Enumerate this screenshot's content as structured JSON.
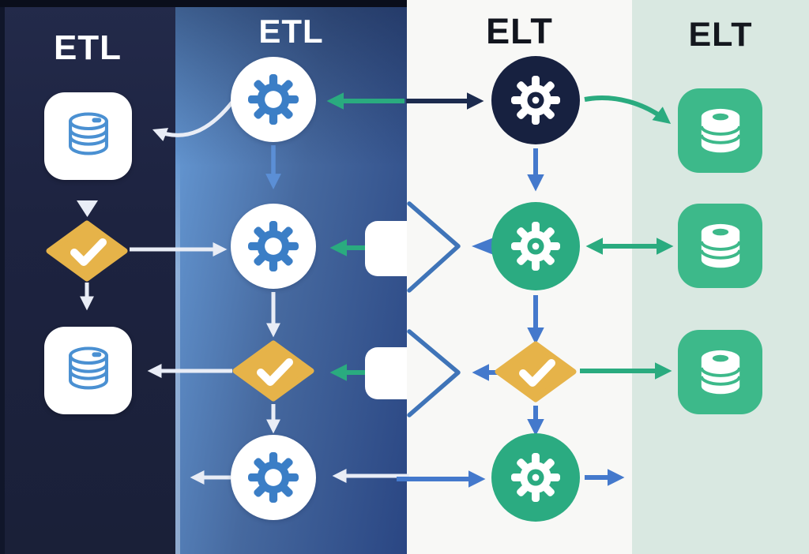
{
  "diagram": {
    "columns": [
      {
        "label": "ETL",
        "theme": "dark-navy",
        "background": "#1D2340",
        "text_color": "#FFFFFF"
      },
      {
        "label": "ETL",
        "theme": "blue-gradient",
        "background": "#46699F",
        "text_color": "#FFFFFF"
      },
      {
        "label": "ELT",
        "theme": "off-white",
        "background": "#F8F8F6",
        "text_color": "#12151E"
      },
      {
        "label": "ELT",
        "theme": "mint",
        "background": "#D9E8E1",
        "text_color": "#14171E"
      }
    ],
    "palette": {
      "gold_diamond": "#E6B349",
      "teal_circle": "#2BAB81",
      "green_square": "#3DB98A",
      "navy_circle": "#172140",
      "gear_blue": "#3B7EC6",
      "db_icon_blue": "#4A90D2",
      "arrow_white": "#E9EDF6",
      "arrow_green": "#2AAB7F",
      "arrow_blue": "#4479CC",
      "arrow_light_blue": "#5B8FD6",
      "arrow_dark_navy": "#1C2B4E",
      "chevron_blue": "#3F74B8"
    },
    "nodes": [
      {
        "column": 1,
        "row": 1,
        "type": "database"
      },
      {
        "column": 1,
        "row": 2,
        "type": "check-diamond"
      },
      {
        "column": 1,
        "row": 3,
        "type": "database"
      },
      {
        "column": 2,
        "row": 1,
        "type": "gear-process"
      },
      {
        "column": 2,
        "row": 2,
        "type": "gear-process"
      },
      {
        "column": 2,
        "row": 3,
        "type": "check-diamond"
      },
      {
        "column": 2,
        "row": 4,
        "type": "gear-process"
      },
      {
        "column": 3,
        "row": 1,
        "type": "gear-process-dark"
      },
      {
        "column": 3,
        "row": 2,
        "type": "gear-process-teal"
      },
      {
        "column": 3,
        "row": 3,
        "type": "check-diamond"
      },
      {
        "column": 3,
        "row": 4,
        "type": "gear-process-teal"
      },
      {
        "column": 4,
        "row": 1,
        "type": "database-green"
      },
      {
        "column": 4,
        "row": 2,
        "type": "database-green"
      },
      {
        "column": 4,
        "row": 3,
        "type": "database-green"
      }
    ]
  }
}
